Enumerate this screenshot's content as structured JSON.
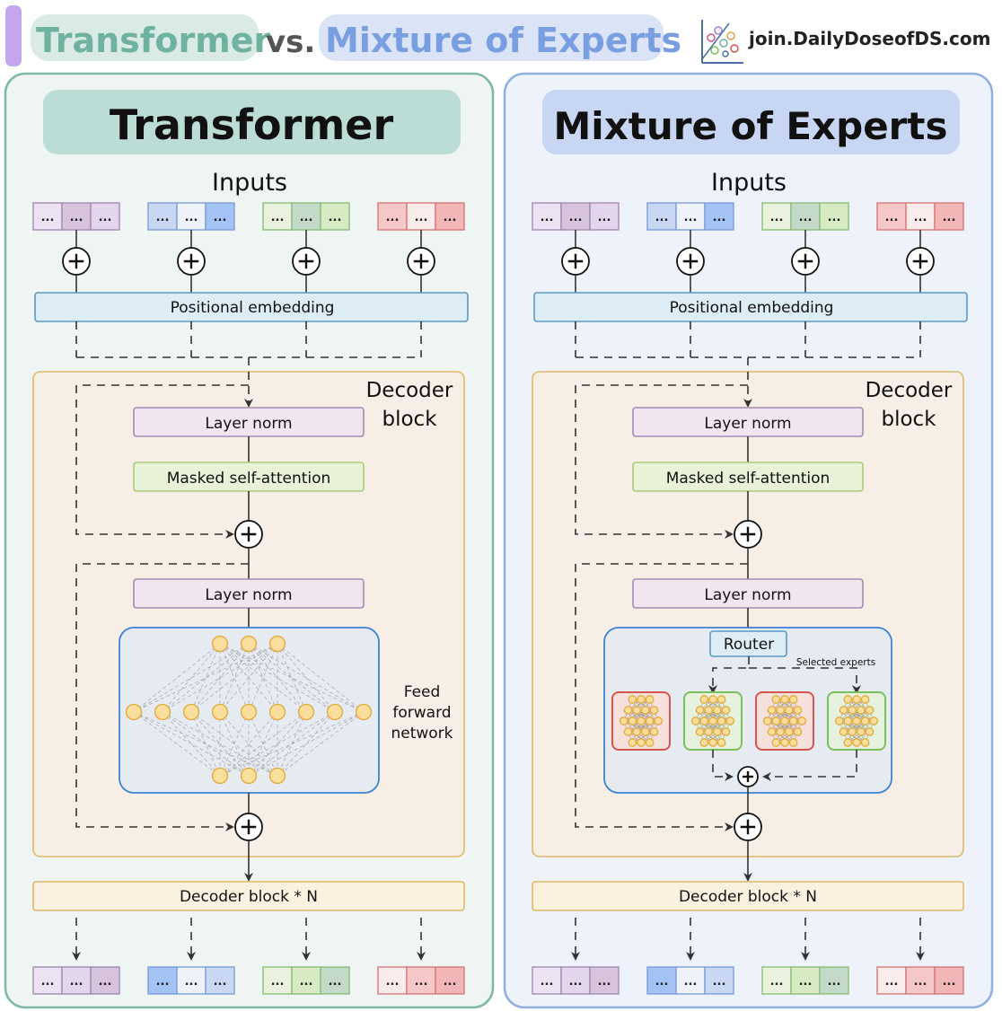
{
  "header": {
    "title_left": "Transformer",
    "title_vs": "vs.",
    "title_right": "Mixture of Experts",
    "brand": "join.DailyDoseofDS.com",
    "colors": {
      "accent_bar": "#c3a6ee",
      "left_title_bg": "#d9ebe4",
      "left_title_fg": "#6fb2a0",
      "right_title_bg": "#dae4f6",
      "right_title_fg": "#7a9fe0"
    }
  },
  "panels": [
    {
      "id": "transformer",
      "title": "Transformer",
      "inputs_label": "Inputs",
      "positional_embedding": "Positional embedding",
      "decoder_block_label": [
        "Decoder",
        "block"
      ],
      "layer_norm_1": "Layer norm",
      "attention": "Masked self-attention",
      "layer_norm_2": "Layer norm",
      "ffn_label": [
        "Feed",
        "forward",
        "network"
      ],
      "decoder_repeat": "Decoder block * N",
      "token_cell": "...",
      "colors": {
        "bg": "#eff5f3",
        "border": "#7fb8a5",
        "title_bg": "#bcddd5"
      }
    },
    {
      "id": "moe",
      "title": "Mixture of Experts",
      "inputs_label": "Inputs",
      "positional_embedding": "Positional embedding",
      "decoder_block_label": [
        "Decoder",
        "block"
      ],
      "layer_norm_1": "Layer norm",
      "attention": "Masked self-attention",
      "layer_norm_2": "Layer norm",
      "router": "Router",
      "selected_experts": "Selected experts",
      "decoder_repeat": "Decoder block * N",
      "token_cell": "...",
      "colors": {
        "bg": "#eef2fb",
        "border": "#8fb0e0",
        "title_bg": "#c6d6f3"
      }
    }
  ],
  "token_groups": {
    "input_colors": [
      [
        "#ece3f2",
        "#d8c3dc",
        "#e3d6ec"
      ],
      [
        "#c9d8f2",
        "#eef3fb",
        "#a4c3f5"
      ],
      [
        "#e9f2dd",
        "#c3dac9",
        "#d6ebc3"
      ],
      [
        "#f6c7c7",
        "#fbecec",
        "#f2b6b6"
      ]
    ],
    "output_colors": [
      [
        "#ece3f2",
        "#e3d6ec",
        "#d8c3dc"
      ],
      [
        "#a4c3f5",
        "#eef3fb",
        "#c9d8f2"
      ],
      [
        "#e9f2dd",
        "#d6ebc3",
        "#c3dac9"
      ],
      [
        "#fbecec",
        "#f6c7c7",
        "#f2b6b6"
      ]
    ],
    "borders": [
      "#a58bb3",
      "#7e9fd8",
      "#8cbd7c",
      "#d67a7a"
    ]
  },
  "block_colors": {
    "positional_embedding_bg": "#ddedf6",
    "positional_embedding_border": "#5b9ac6",
    "decoder_bg": "#f7efe5",
    "decoder_border": "#e0b86a",
    "layer_norm_bg": "#f1e6ee",
    "layer_norm_border": "#a48ab5",
    "attention_bg": "#e8f2d7",
    "attention_border": "#a8cc7c",
    "ffn_bg": "#e6ebf2",
    "ffn_border": "#3c83d6",
    "neuron_fill": "#fbdd9c",
    "neuron_stroke": "#e0a93c",
    "expert_red_bg": "#f6e0dc",
    "expert_red_border": "#d9534f",
    "expert_green_bg": "#e6f2dd",
    "expert_green_border": "#7cbf5e",
    "repeat_bg": "#fbf1df",
    "repeat_border": "#e0b86a"
  }
}
